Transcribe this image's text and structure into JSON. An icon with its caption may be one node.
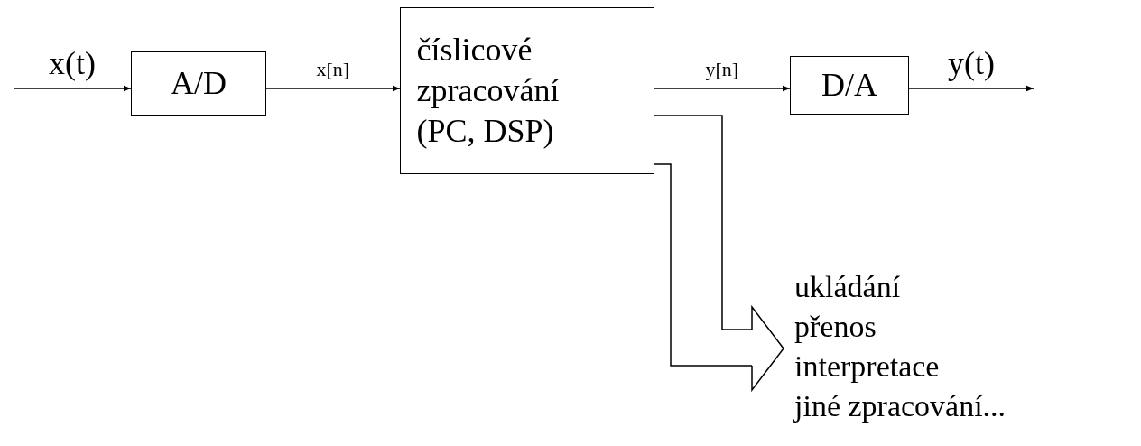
{
  "diagram": {
    "nodes": [
      {
        "text": [
          "A/D"
        ]
      },
      {
        "text": [
          "číslicové zpracování (PC, DSP)"
        ]
      },
      {
        "text": [
          "D/A"
        ]
      },
      {
        "text": [
          "ukládání",
          "přenos",
          "interpretace",
          "jiné zpracování..."
        ]
      }
    ],
    "edges": [
      {
        "from": null,
        "to": 0,
        "arrow": "to",
        "label": "x(t)"
      },
      {
        "from": 0,
        "to": 1,
        "arrow": "to",
        "label": "x[n]"
      },
      {
        "from": 1,
        "to": 2,
        "arrow": "to",
        "label": "y[n]"
      },
      {
        "from": 2,
        "to": null,
        "arrow": "to",
        "label": "y(t)"
      },
      {
        "from": 1,
        "to": 3,
        "arrow": "to"
      }
    ]
  }
}
